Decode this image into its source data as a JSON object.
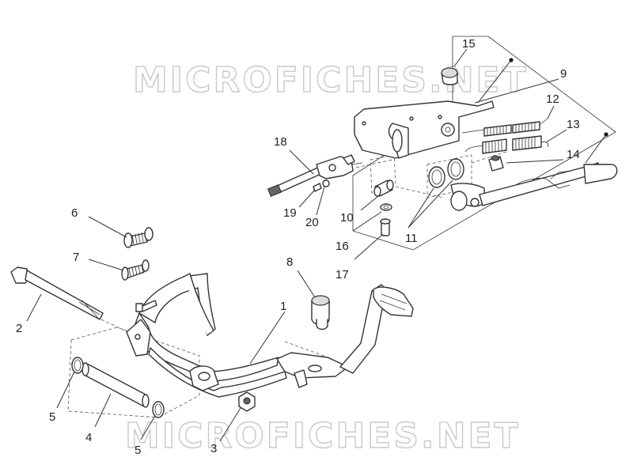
{
  "watermark": {
    "text": "MICROFICHES.NET"
  },
  "callouts": [
    {
      "id": "c1",
      "label": "1"
    },
    {
      "id": "c2",
      "label": "2"
    },
    {
      "id": "c3",
      "label": "3"
    },
    {
      "id": "c4",
      "label": "4"
    },
    {
      "id": "c5a",
      "label": "5"
    },
    {
      "id": "c5b",
      "label": "5"
    },
    {
      "id": "c6",
      "label": "6"
    },
    {
      "id": "c7",
      "label": "7"
    },
    {
      "id": "c8",
      "label": "8"
    },
    {
      "id": "c9",
      "label": "9"
    },
    {
      "id": "c10",
      "label": "10"
    },
    {
      "id": "c11",
      "label": "11"
    },
    {
      "id": "c12",
      "label": "12"
    },
    {
      "id": "c13",
      "label": "13"
    },
    {
      "id": "c14",
      "label": "14"
    },
    {
      "id": "c15",
      "label": "15"
    },
    {
      "id": "c16",
      "label": "16"
    },
    {
      "id": "c17",
      "label": "17"
    },
    {
      "id": "c18",
      "label": "18"
    },
    {
      "id": "c19",
      "label": "19"
    },
    {
      "id": "c20",
      "label": "20"
    }
  ]
}
